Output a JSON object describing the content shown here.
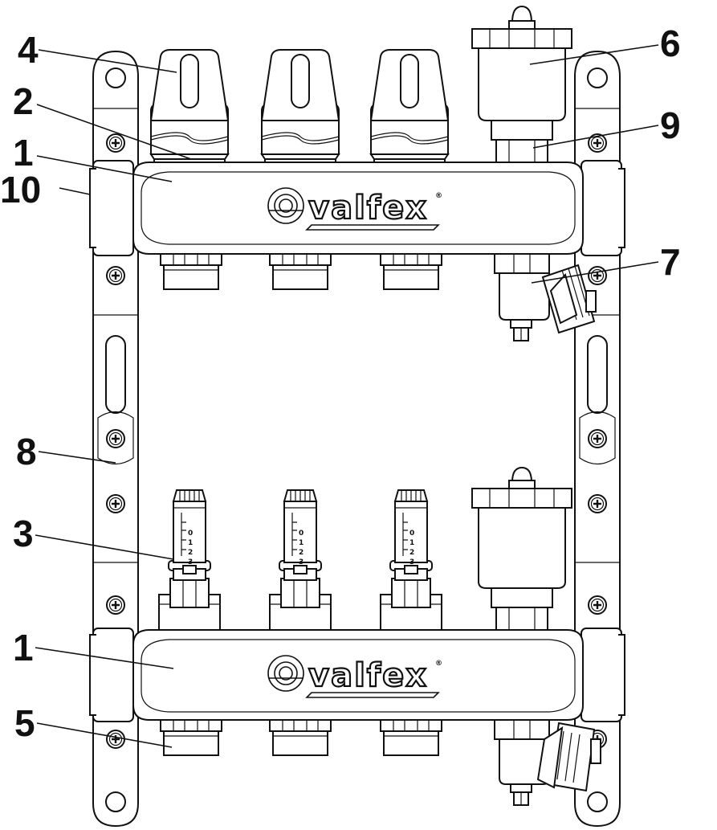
{
  "brand": {
    "name": "valfex",
    "registered_mark": "®"
  },
  "callouts": [
    {
      "id": "c4",
      "number": "4"
    },
    {
      "id": "c2",
      "number": "2"
    },
    {
      "id": "c1a",
      "number": "1"
    },
    {
      "id": "c10",
      "number": "10"
    },
    {
      "id": "c8",
      "number": "8"
    },
    {
      "id": "c3",
      "number": "3"
    },
    {
      "id": "c1b",
      "number": "1"
    },
    {
      "id": "c5",
      "number": "5"
    },
    {
      "id": "c6",
      "number": "6"
    },
    {
      "id": "c9",
      "number": "9"
    },
    {
      "id": "c7",
      "number": "7"
    }
  ],
  "flow_meter_scale": [
    "0",
    "1",
    "2",
    "3"
  ],
  "colors": {
    "line": "#111111",
    "background": "#ffffff"
  }
}
